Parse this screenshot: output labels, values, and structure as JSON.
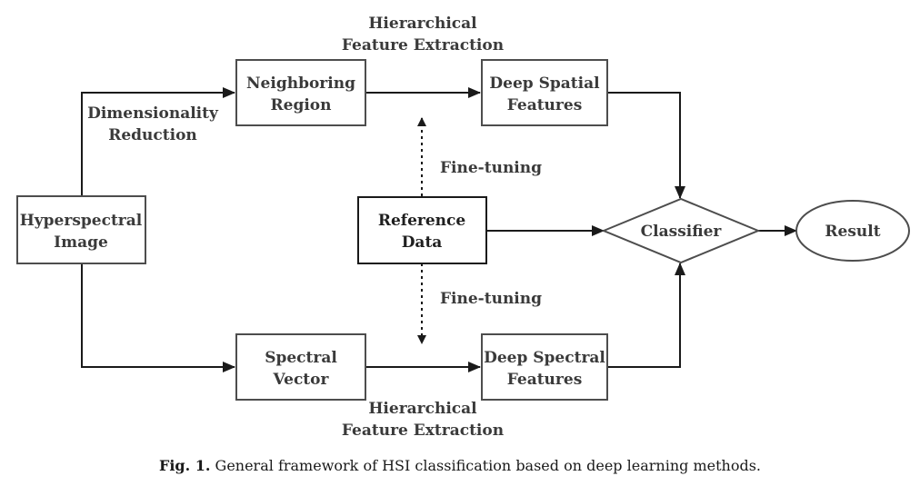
{
  "nodes": {
    "hyperspectral": [
      "Hyperspectral",
      "Image"
    ],
    "neighboring": [
      "Neighboring",
      "Region"
    ],
    "deep_spatial": [
      "Deep Spatial",
      "Features"
    ],
    "reference": [
      "Reference",
      "Data"
    ],
    "spectral_vector": [
      "Spectral",
      "Vector"
    ],
    "deep_spectral": [
      "Deep Spectral",
      "Features"
    ],
    "classifier": "Classifier",
    "result": "Result"
  },
  "edge_labels": {
    "dim_reduction": [
      "Dimensionality",
      "Reduction"
    ],
    "hier_top": [
      "Hierarchical",
      "Feature Extraction"
    ],
    "hier_bottom": [
      "Hierarchical",
      "Feature Extraction"
    ],
    "finetune_top": "Fine-tuning",
    "finetune_bottom": "Fine-tuning"
  },
  "caption": {
    "prefix": "Fig. 1.",
    "text": "General framework of HSI classification based on deep learning methods."
  }
}
